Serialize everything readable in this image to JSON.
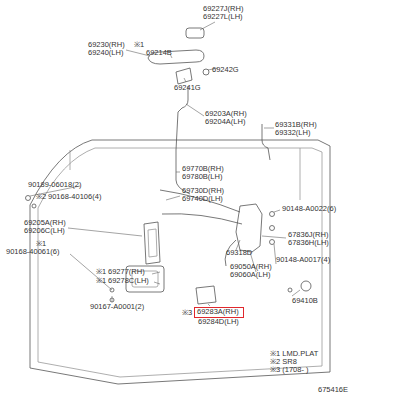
{
  "diagram": {
    "nodes": [
      {
        "text": [
          "69283A(RH)"
        ]
      }
    ],
    "labels": [
      "69227J(RH)",
      "69227L(LH)",
      "69230(RH)",
      "69240(LH)",
      "※1",
      "69214B",
      "69242G",
      "69241G",
      "69203A(RH)",
      "69204A(LH)",
      "69331B(RH)",
      "69332(LH)",
      "69770B(RH)",
      "69780B(LH)",
      "90189-06018(2)",
      "※2",
      "90168-40106(4)",
      "69730D(RH)",
      "69740D(LH)",
      "90148-A0022(6)",
      "69205A(RH)",
      "69206C(LH)",
      "67836J(RH)",
      "67836H(LH)",
      "※1",
      "90168-40061(6)",
      "69318D",
      "69050A(RH)",
      "69060A(LH)",
      "90148-A0017(4)",
      "※1",
      "69277(RH)",
      "※1",
      "69278C(LH)",
      "90167-A0001(2)",
      "69410B",
      "※3",
      "69284D(LH)",
      "※1 LMD.PLAT",
      "※2 SR8",
      "※3 (1708- )",
      "675416E"
    ]
  }
}
